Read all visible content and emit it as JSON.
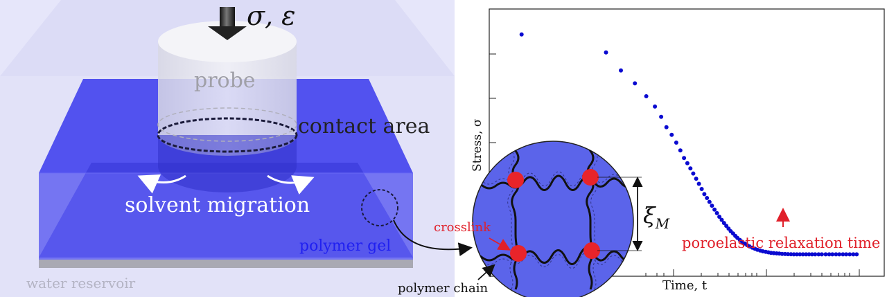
{
  "labels": {
    "load": "σ, ε",
    "probe": "probe",
    "contact_area": "contact area",
    "solvent_migration": "solvent migration",
    "polymer_gel": "polymer gel",
    "water_reservoir": "water reservoir",
    "crosslink": "crosslink",
    "polymer_chain": "polymer chain",
    "mesh_size": "ξ",
    "mesh_size_sub": "M",
    "relaxation_time": "poroelastic relaxation time"
  },
  "colors": {
    "gel": "#3a3ae6",
    "reservoir": "#d6d6f5",
    "data_point": "#0a0ad0",
    "crosslink": "#e8242a",
    "annotation_red": "#e0202a"
  },
  "chart_data": {
    "type": "scatter",
    "xlabel": "Time, t",
    "ylabel": "Stress, σ",
    "x_scale": "log",
    "grid": false,
    "legend": "none",
    "points_description_free": true,
    "series": [
      {
        "x": [
          0.01,
          0.1,
          0.15,
          0.22,
          0.3,
          0.38,
          0.45,
          0.52,
          0.6,
          0.68,
          0.76,
          0.84,
          0.92,
          1.0,
          1.08,
          1.17,
          1.26,
          1.36,
          1.46,
          1.57,
          1.68,
          1.8,
          1.93,
          2.06,
          2.2,
          2.35,
          2.5,
          2.66,
          2.83,
          3.0,
          3.2,
          3.4,
          3.6,
          3.85,
          4.1,
          4.4,
          4.7,
          5.0,
          5.4,
          5.8,
          6.2,
          6.7,
          7.2,
          7.8,
          8.4,
          9.0,
          9.7,
          10.5,
          11.3,
          12.2,
          13.2,
          14.3,
          15.5,
          16.8,
          18.2,
          19.8,
          21.5,
          23.4,
          25.4,
          27.6,
          30,
          33,
          36,
          40,
          44,
          48,
          53,
          58,
          64,
          70,
          77,
          85,
          93
        ],
        "y": [
          0.92,
          0.85,
          0.78,
          0.73,
          0.68,
          0.64,
          0.6,
          0.56,
          0.53,
          0.5,
          0.47,
          0.44,
          0.42,
          0.4,
          0.38,
          0.36,
          0.34,
          0.32,
          0.3,
          0.285,
          0.27,
          0.255,
          0.24,
          0.226,
          0.212,
          0.2,
          0.188,
          0.177,
          0.166,
          0.156,
          0.147,
          0.138,
          0.13,
          0.122,
          0.115,
          0.108,
          0.102,
          0.097,
          0.092,
          0.088,
          0.084,
          0.081,
          0.078,
          0.076,
          0.074,
          0.072,
          0.071,
          0.07,
          0.069,
          0.068,
          0.0675,
          0.067,
          0.0665,
          0.066,
          0.066,
          0.066,
          0.066,
          0.066,
          0.066,
          0.066,
          0.066,
          0.066,
          0.066,
          0.066,
          0.066,
          0.066,
          0.066,
          0.066,
          0.066,
          0.066,
          0.066,
          0.066,
          0.066
        ]
      }
    ]
  }
}
